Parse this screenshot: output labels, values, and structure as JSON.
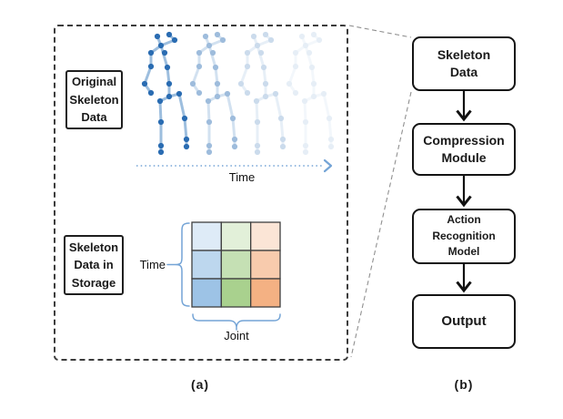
{
  "panel_a": {
    "caption": "(a)",
    "original_box_label": "Original\nSkeleton\nData",
    "storage_box_label": "Skeleton\nData in\nStorage",
    "skeleton_time_label": "Time",
    "matrix": {
      "time_label": "Time",
      "joint_label": "Joint",
      "cell_colors": [
        [
          "#DEEBF7",
          "#E2F0D9",
          "#FBE5D6"
        ],
        [
          "#BDD7EE",
          "#C5E0B4",
          "#F8CBAD"
        ],
        [
          "#9DC3E6",
          "#A9D18E",
          "#F4B183"
        ]
      ]
    },
    "skeletons": {
      "count": 4,
      "dot_color": "#2a6cb2",
      "bone_color": "#9dbede",
      "opacities": [
        1,
        0.45,
        0.24,
        0.11
      ]
    },
    "accent_color": "#74a4d6"
  },
  "panel_b": {
    "caption": "(b)",
    "boxes": [
      {
        "label": "Skeleton\nData"
      },
      {
        "label": "Compression\nModule"
      },
      {
        "label": "Action\nRecognition\nModel"
      },
      {
        "label": "Output"
      }
    ]
  }
}
